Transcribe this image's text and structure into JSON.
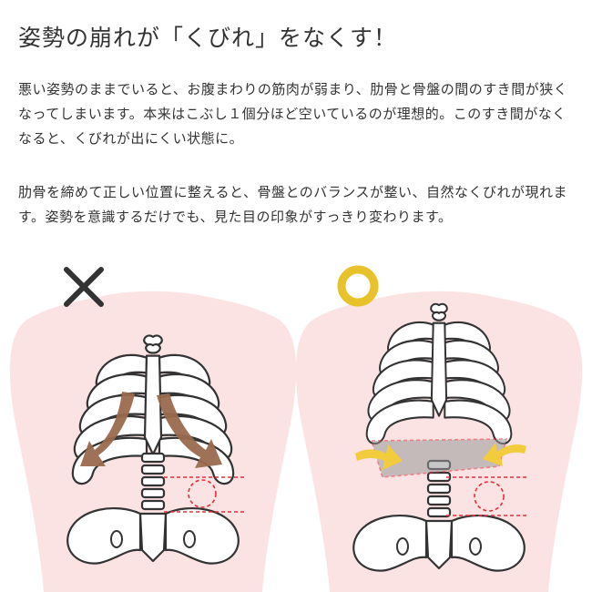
{
  "title": "姿勢の崩れが「くびれ」をなくす！",
  "paragraphs": [
    "悪い姿勢のままでいると、お腹まわりの筋肉が弱まり、肋骨と骨盤の間のすき間が狭くなってしまいます。本来はこぶし１個分ほど空いているのが理想的。このすき間がなくなると、くびれが出にくい状態に。",
    "肋骨を締めて正しい位置に整えると、骨盤とのバランスが整い、自然なくびれが現れます。姿勢を意識するだけでも、見た目の印象がすっきり変わります。"
  ],
  "illustrations": [
    {
      "mark": "cross-icon",
      "state": "bad-posture",
      "mark_color": "#333333"
    },
    {
      "mark": "circle-icon",
      "state": "good-posture",
      "mark_color": "#e8c22a"
    }
  ],
  "colors": {
    "skin": "#fbe3e3",
    "arrow_brown": "#9a6a4e",
    "arrow_yellow": "#f2cc3c",
    "dashed_red": "#e0303a",
    "highlight_gray": "#9a9a9a",
    "outline": "#333333"
  }
}
